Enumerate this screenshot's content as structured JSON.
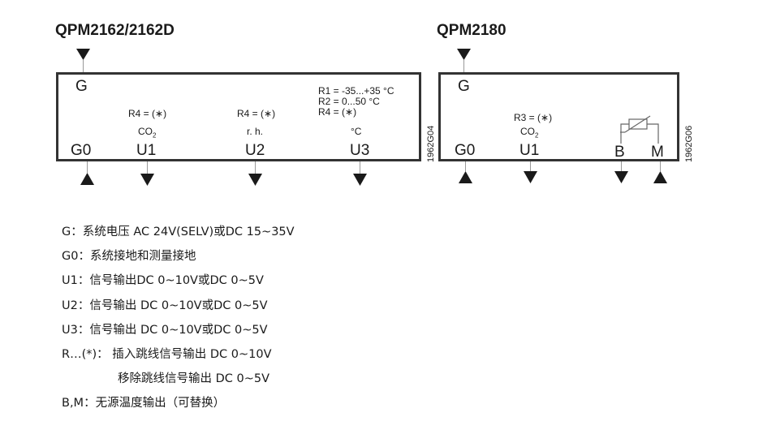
{
  "left": {
    "title": "QPM2162/2162D",
    "g_label": "G",
    "code": "1962G04",
    "jumpers": {
      "j1": "R4 = (∗)",
      "j2": "R4 = (∗)",
      "r1": "R1 = -35...+35 °C",
      "r2": "R2 =  0...50 °C",
      "r3": "R4 = (∗)"
    },
    "signals": {
      "co2_main": "CO",
      "co2_sub": "2",
      "rh": "r. h.",
      "temp": "°C"
    },
    "terminals": {
      "g0": "G0",
      "u1": "U1",
      "u2": "U2",
      "u3": "U3"
    }
  },
  "right": {
    "title": "QPM2180",
    "g_label": "G",
    "code": "1962G06",
    "jumper": "R3 = (∗)",
    "signals": {
      "co2_main": "CO",
      "co2_sub": "2"
    },
    "terminals": {
      "g0": "G0",
      "u1": "U1",
      "b": "B",
      "m": "M"
    }
  },
  "legend": [
    "G：系统电压 AC 24V(SELV)或DC 15~35V",
    "G0：系统接地和测量接地",
    "U1：信号输出DC 0~10V或DC 0~5V",
    "U2：信号输出 DC 0~10V或DC 0~5V",
    "U3：信号输出 DC 0~10V或DC 0~5V",
    "R…(*)：  插入跳线信号输出 DC 0~10V",
    "移除跳线信号输出 DC 0~5V",
    "B,M：无源温度输出（可替换）"
  ]
}
